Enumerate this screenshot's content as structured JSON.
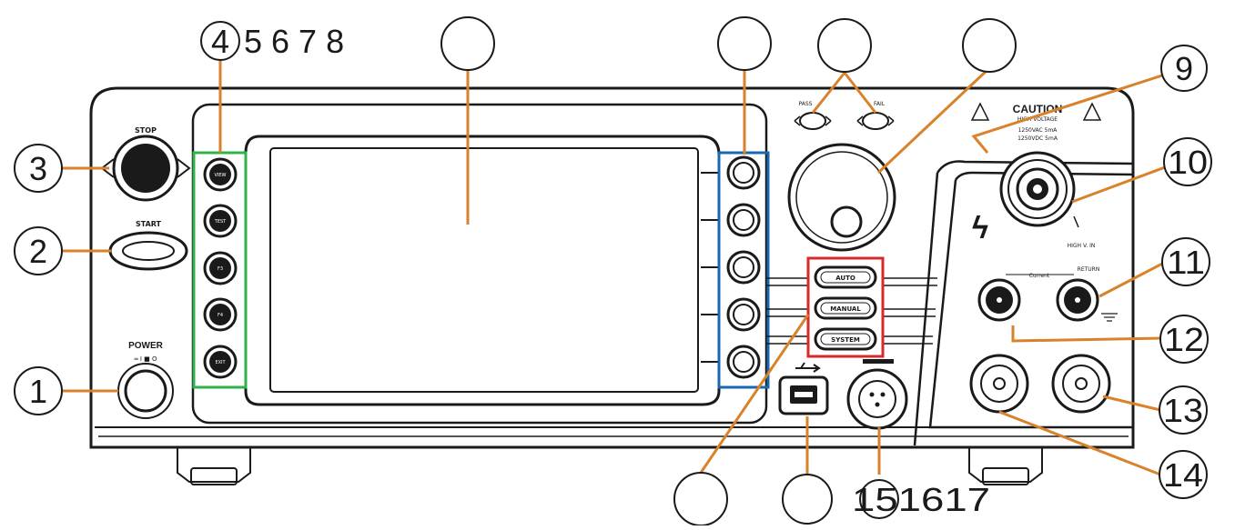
{
  "diagram": {
    "callouts": {
      "n1": "1",
      "n2": "2",
      "n3": "3",
      "n4": "4",
      "n5_8": "5 6 7 8",
      "n9": "9",
      "n10": "10",
      "n11": "11",
      "n12": "12",
      "n13": "13",
      "n14": "14",
      "n15_17": "151617"
    },
    "labels": {
      "stop": "STOP",
      "start": "START",
      "power": "POWER",
      "power_states": "═ I    ■ O",
      "caution": "CAUTION",
      "caution_sub": "HIGH VOLTAGE",
      "caution_spec_1": "1250VAC 5mA",
      "caution_spec_2": "1250VDC 5mA",
      "hv_label": "HIGH V. IN",
      "return_label": "RETURN",
      "current_label": "Current",
      "auto_key": "AUTO",
      "manual_key": "MANUAL",
      "system_key": "SYSTEM",
      "pass_label": "PASS",
      "fail_label": "FAIL",
      "softkey_1": "VIEW",
      "softkey_2": "TEST",
      "softkey_3": "F3",
      "softkey_4": "F4",
      "softkey_5": "EXIT"
    },
    "colors": {
      "callout_line": "#d9822b",
      "left_key_box": "#2fb34a",
      "right_key_box": "#1a67b0",
      "mode_key_box": "#d62b2b",
      "outline": "#1a1a1a"
    }
  }
}
